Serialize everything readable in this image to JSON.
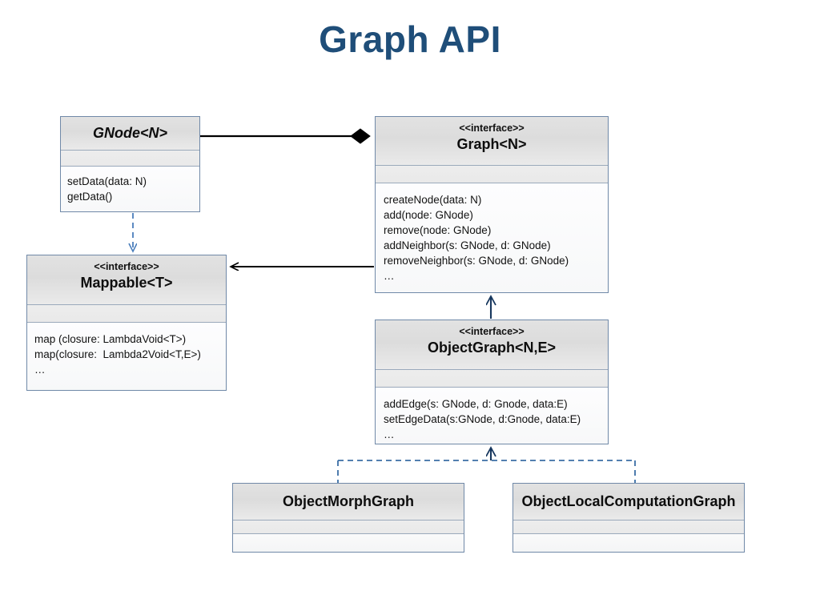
{
  "slide": {
    "title": "Graph API",
    "title_color": "#1F4E79",
    "background": "#ffffff"
  },
  "diagram": {
    "type": "uml-class-diagram",
    "border_color": "#7089a8",
    "header_fill": "#e0e0e0",
    "body_fill": "#fafbfc",
    "classes": [
      {
        "id": "gnode",
        "name": "GNode<N>",
        "stereotype": "",
        "abstract": true,
        "attributes": [],
        "operations": [
          "setData(data: N)",
          "getData()"
        ]
      },
      {
        "id": "graph",
        "name": "Graph<N>",
        "stereotype": "<<interface>>",
        "abstract": false,
        "attributes": [],
        "operations": [
          "createNode(data: N)",
          "add(node: GNode)",
          "remove(node: GNode)",
          "addNeighbor(s: GNode, d: GNode)",
          "removeNeighbor(s: GNode, d: GNode)",
          "…"
        ]
      },
      {
        "id": "mappable",
        "name": "Mappable<T>",
        "stereotype": "<<interface>>",
        "abstract": false,
        "attributes": [],
        "operations": [
          "map (closure: LambdaVoid<T>)",
          "map(closure:  Lambda2Void<T,E>)",
          "…"
        ]
      },
      {
        "id": "objectgraph",
        "name": "ObjectGraph<N,E>",
        "stereotype": "<<interface>>",
        "abstract": false,
        "attributes": [],
        "operations": [
          "addEdge(s: GNode, d: Gnode, data:E)",
          "setEdgeData(s:GNode, d:Gnode, data:E)",
          "…"
        ]
      },
      {
        "id": "objectmorphgraph",
        "name": "ObjectMorphGraph",
        "stereotype": "",
        "abstract": false,
        "attributes": [],
        "operations": []
      },
      {
        "id": "objectlocalcomputationgraph",
        "name": "ObjectLocalComputationGraph",
        "stereotype": "",
        "abstract": false,
        "attributes": [],
        "operations": []
      }
    ],
    "relationships": [
      {
        "id": "gnode-composition-graph",
        "kind": "composition",
        "from": "gnode",
        "to": "graph",
        "style": "solid",
        "color": "#000000",
        "end_marker": "filled-diamond"
      },
      {
        "id": "gnode-realizes-mappable",
        "kind": "realization",
        "from": "gnode",
        "to": "mappable",
        "style": "dashed",
        "color": "#4a7ebb",
        "end_marker": "open-arrow"
      },
      {
        "id": "graph-uses-mappable",
        "kind": "dependency",
        "from": "graph",
        "to": "mappable",
        "style": "solid",
        "color": "#000000",
        "end_marker": "open-arrow"
      },
      {
        "id": "objectgraph-extends-graph",
        "kind": "generalization",
        "from": "objectgraph",
        "to": "graph",
        "style": "solid",
        "color": "#17375e",
        "end_marker": "open-arrow"
      },
      {
        "id": "objectmorphgraph-realizes-objectgraph",
        "kind": "realization",
        "from": "objectmorphgraph",
        "to": "objectgraph",
        "style": "dashed",
        "color": "#3b6ea5",
        "end_marker": "open-arrow"
      },
      {
        "id": "objectlocalcomputationgraph-realizes-objectgraph",
        "kind": "realization",
        "from": "objectlocalcomputationgraph",
        "to": "objectgraph",
        "style": "dashed",
        "color": "#3b6ea5",
        "end_marker": "open-arrow"
      }
    ]
  }
}
